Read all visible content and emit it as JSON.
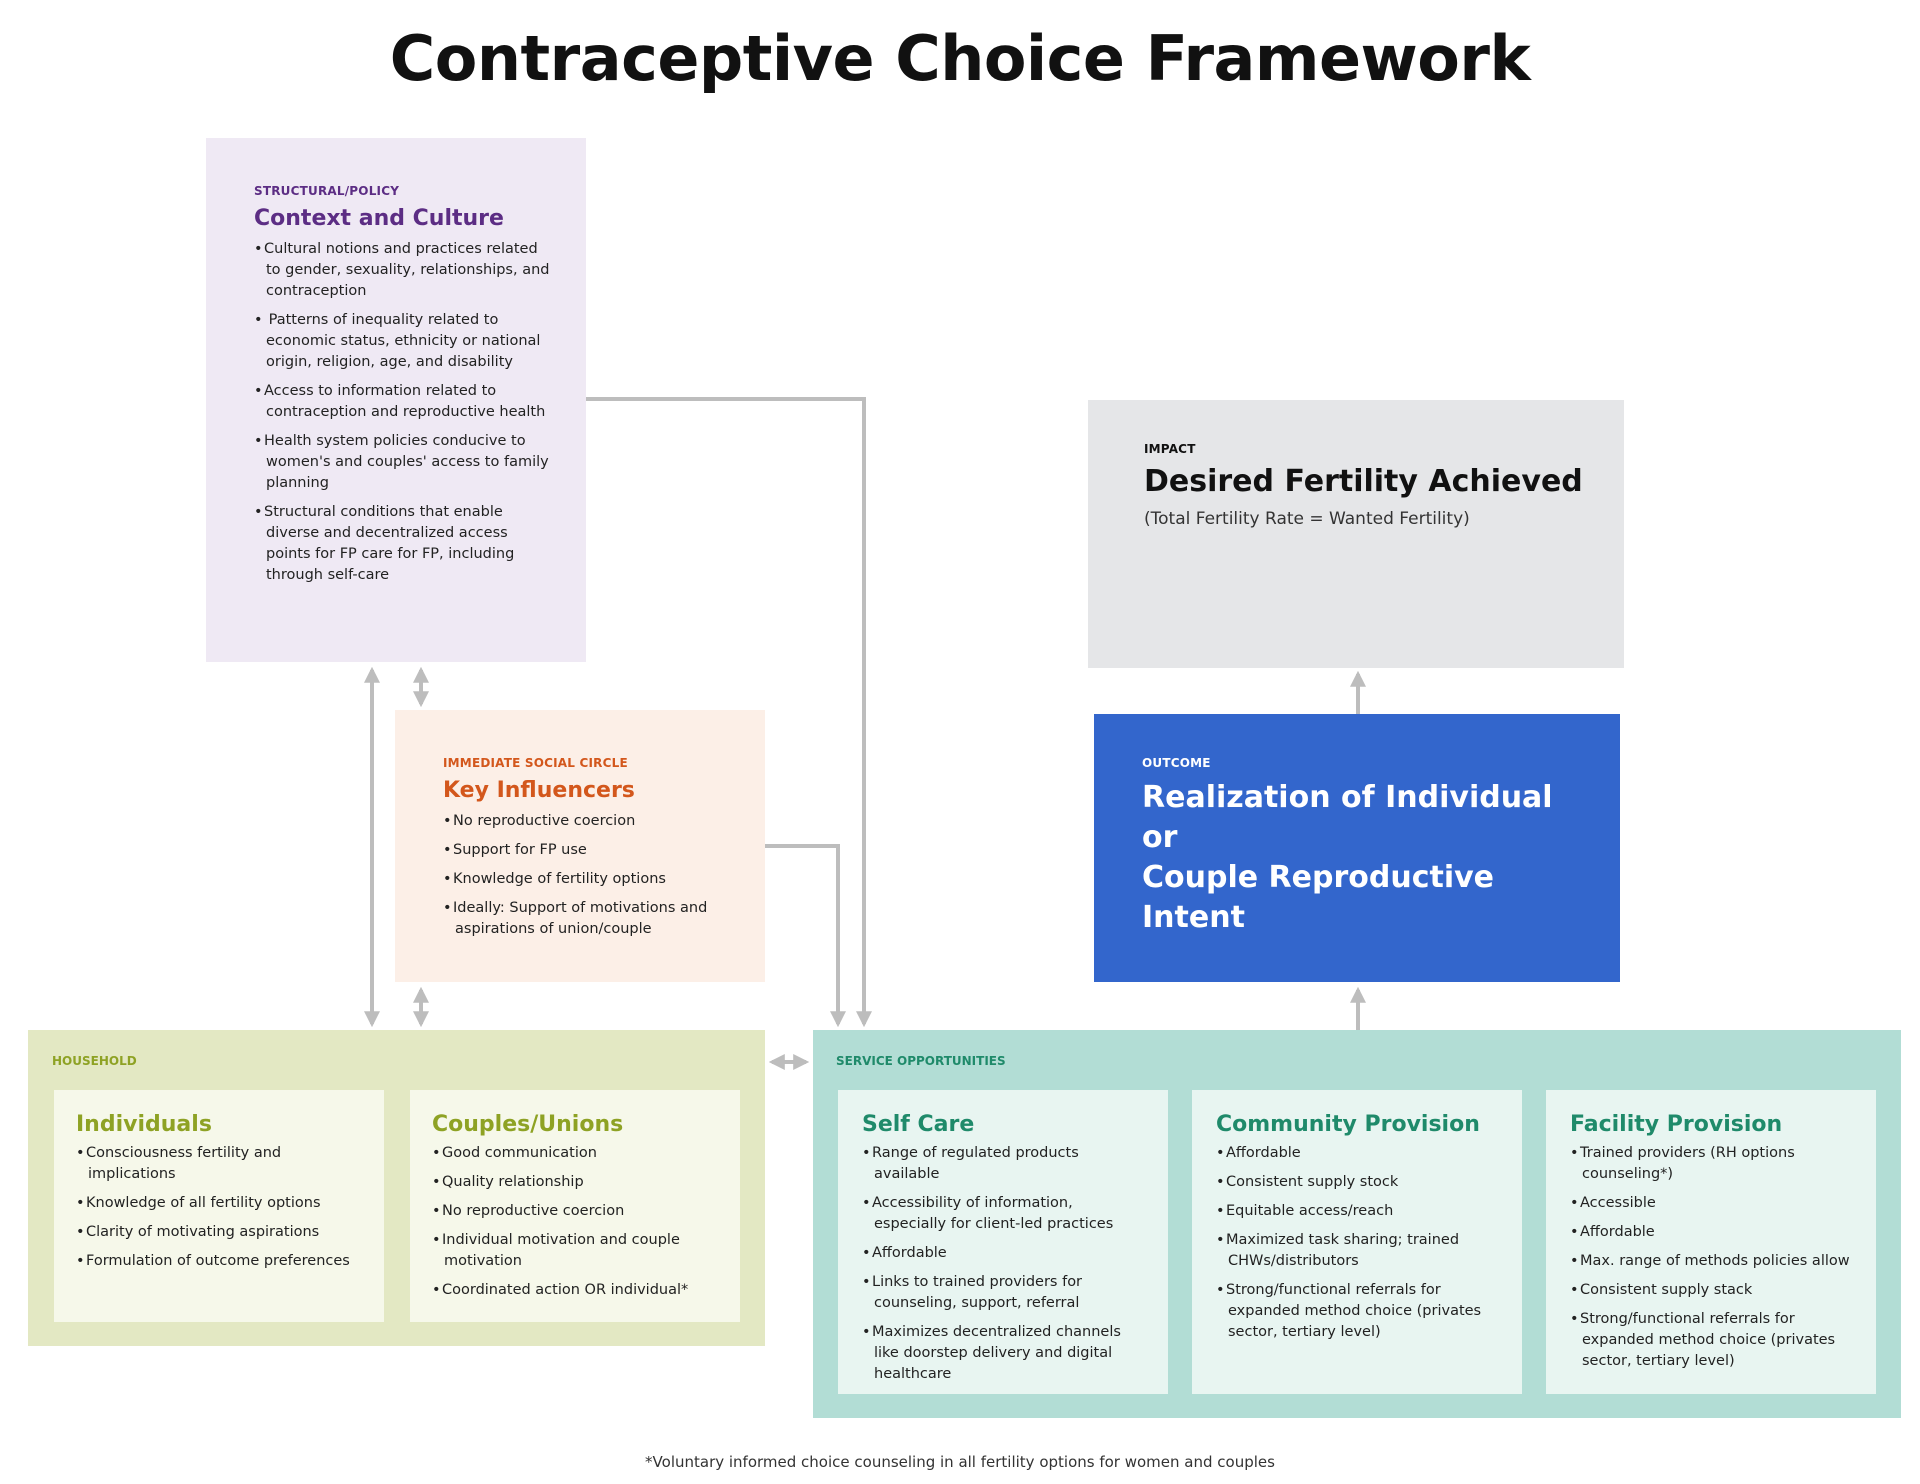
{
  "title": "Contraceptive Choice Framework",
  "context": {
    "label": "STRUCTURAL/POLICY",
    "heading": "Context and Culture",
    "items": [
      "Cultural notions and practices related to gender, sexuality, relationships, and contraception",
      " Patterns of inequality related to economic status, ethnicity or national origin, religion, age, and disability",
      "Access to information related to contraception and reproductive health",
      "Health system policies conducive to women's and couples' access to family planning",
      "Structural conditions that enable diverse and decentralized access points for FP care for FP, including through self-care"
    ]
  },
  "influencers": {
    "label": "IMMEDIATE SOCIAL CIRCLE",
    "heading": "Key Influencers",
    "items": [
      "No reproductive coercion",
      "Support for FP use",
      "Knowledge of fertility options",
      "Ideally: Support of motivations and aspirations of union/couple"
    ]
  },
  "impact": {
    "label": "IMPACT",
    "heading": "Desired Fertility Achieved",
    "subtitle": "(Total Fertility Rate = Wanted Fertility)"
  },
  "outcome": {
    "label": "OUTCOME",
    "heading_line1": "Realization of Individual or",
    "heading_line2": "Couple Reproductive Intent"
  },
  "household": {
    "label": "HOUSEHOLD",
    "individuals": {
      "heading": "Individuals",
      "items": [
        "Consciousness fertility and implications",
        "Knowledge of all fertility options",
        "Clarity of motivating aspirations",
        "Formulation of outcome preferences"
      ]
    },
    "couples": {
      "heading": "Couples/Unions",
      "items": [
        "Good communication",
        "Quality relationship",
        "No reproductive coercion",
        "Individual motivation and couple motivation",
        "Coordinated action OR individual*"
      ]
    }
  },
  "service": {
    "label": "SERVICE OPPORTUNITIES",
    "selfcare": {
      "heading": "Self Care",
      "items": [
        "Range of regulated products available",
        "Accessibility of information, especially for client-led practices",
        "Affordable",
        "Links to trained providers for counseling, support, referral",
        "Maximizes decentralized channels like doorstep delivery and digital healthcare"
      ]
    },
    "community": {
      "heading": "Community Provision",
      "items": [
        "Affordable",
        "Consistent supply stock",
        "Equitable access/reach",
        "Maximized task sharing; trained CHWs/distributors",
        "Strong/functional referrals for expanded method choice (privates sector, tertiary level)"
      ]
    },
    "facility": {
      "heading": "Facility Provision",
      "items": [
        "Trained providers (RH options counseling*)",
        "Accessible",
        "Affordable",
        "Max. range of methods policies allow",
        "Consistent supply stack",
        "Strong/functional referrals for expanded method choice (privates sector, tertiary level)"
      ]
    }
  },
  "footnote": "*Voluntary informed choice counseling in all fertility options for women and couples",
  "colors": {
    "connector": "#bdbdbd",
    "context": "#5c2d84",
    "influencers": "#d3571c",
    "household": "#8ea224",
    "service": "#1f8a6a",
    "outcome": "#3366cc"
  }
}
